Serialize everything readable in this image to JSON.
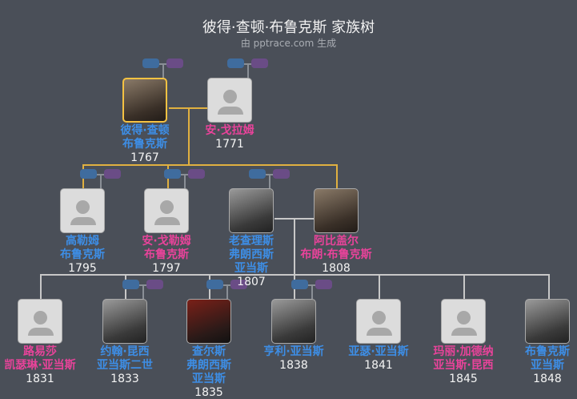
{
  "header": {
    "title": "彼得·查顿·布鲁克斯 家族树",
    "subtitle": "由 pptrace.com 生成"
  },
  "colors": {
    "male": "#3d8ee6",
    "female": "#e8439a",
    "highlight": "#f5c242",
    "line_gen0": "#e0b040",
    "line_gen1": "#c8c8c8"
  },
  "people": [
    {
      "lines": [
        "彼得·查顿",
        "布鲁克斯"
      ],
      "year": "1767",
      "sex": "m",
      "photo": true
    },
    {
      "lines": [
        "安·戈拉姆"
      ],
      "year": "1771",
      "sex": "f",
      "photo": false
    },
    {
      "lines": [
        "高勒姆",
        "布鲁克斯"
      ],
      "year": "1795",
      "sex": "m",
      "photo": false
    },
    {
      "lines": [
        "安·戈勒姆",
        "布鲁克斯"
      ],
      "year": "1797",
      "sex": "f",
      "photo": false
    },
    {
      "lines": [
        "老查理斯",
        "弗朗西斯",
        "亚当斯"
      ],
      "year": "1807",
      "sex": "m",
      "photo": true
    },
    {
      "lines": [
        "阿比盖尔",
        "布朗·布鲁克斯"
      ],
      "year": "1808",
      "sex": "f",
      "photo": true
    },
    {
      "lines": [
        "路易莎",
        "凯瑟琳·亚当斯"
      ],
      "year": "1831",
      "sex": "f",
      "photo": false
    },
    {
      "lines": [
        "约翰·昆西",
        "亚当斯二世"
      ],
      "year": "1833",
      "sex": "m",
      "photo": true
    },
    {
      "lines": [
        "查尔斯",
        "弗朗西斯",
        "亚当斯"
      ],
      "year": "1835",
      "sex": "m",
      "photo": true
    },
    {
      "lines": [
        "亨利·亚当斯"
      ],
      "year": "1838",
      "sex": "m",
      "photo": true
    },
    {
      "lines": [
        "亚瑟·亚当斯"
      ],
      "year": "1841",
      "sex": "m",
      "photo": false
    },
    {
      "lines": [
        "玛丽·加德纳",
        "亚当斯·昆西"
      ],
      "year": "1845",
      "sex": "f",
      "photo": false
    },
    {
      "lines": [
        "布鲁克斯",
        "亚当斯"
      ],
      "year": "1848",
      "sex": "m",
      "photo": true
    }
  ]
}
